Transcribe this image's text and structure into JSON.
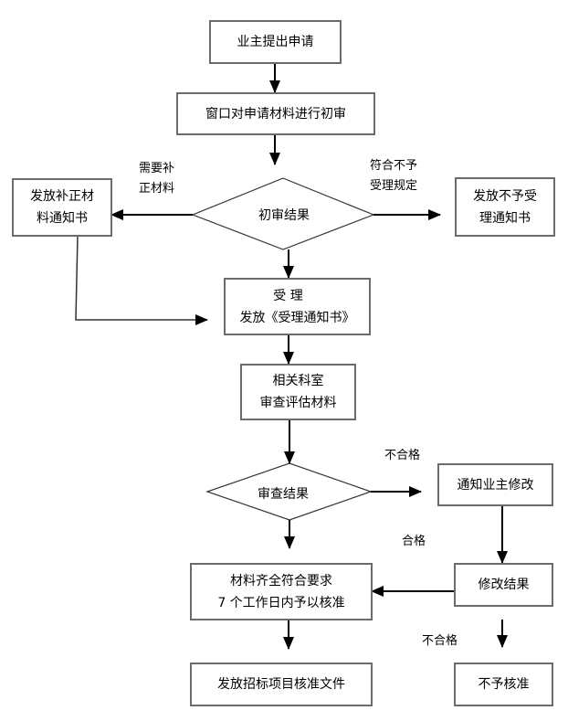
{
  "nodes": {
    "apply": {
      "lines": [
        "业主提出申请"
      ]
    },
    "initial_review": {
      "lines": [
        "窗口对申请材料进行初审"
      ]
    },
    "supplement_notice": {
      "lines": [
        "发放补正材",
        "料通知书"
      ]
    },
    "initial_result": {
      "label": "初审结果"
    },
    "reject_notice": {
      "lines": [
        "发放不予受",
        "理通知书"
      ]
    },
    "accept": {
      "lines": [
        "受 理",
        "发放《受理通知书》"
      ]
    },
    "dept_review": {
      "lines": [
        "相关科室",
        "审查评估材料"
      ]
    },
    "review_result": {
      "label": "审查结果"
    },
    "notify_owner": {
      "lines": [
        "通知业主修改"
      ]
    },
    "modify_result": {
      "lines": [
        "修改结果"
      ]
    },
    "approve": {
      "lines": [
        "材料齐全符合要求",
        "7 个工作日内予以核准"
      ]
    },
    "issue_doc": {
      "lines": [
        "发放招标项目核准文件"
      ]
    },
    "deny": {
      "lines": [
        "不予核准"
      ]
    }
  },
  "edge_labels": {
    "need_supplement": [
      "需要补",
      "正材料"
    ],
    "not_compliant": [
      "符合不予",
      "受理规定"
    ],
    "unqualified_1": [
      "不合格"
    ],
    "qualified": [
      "合格"
    ],
    "unqualified_2": [
      "不合格"
    ]
  }
}
